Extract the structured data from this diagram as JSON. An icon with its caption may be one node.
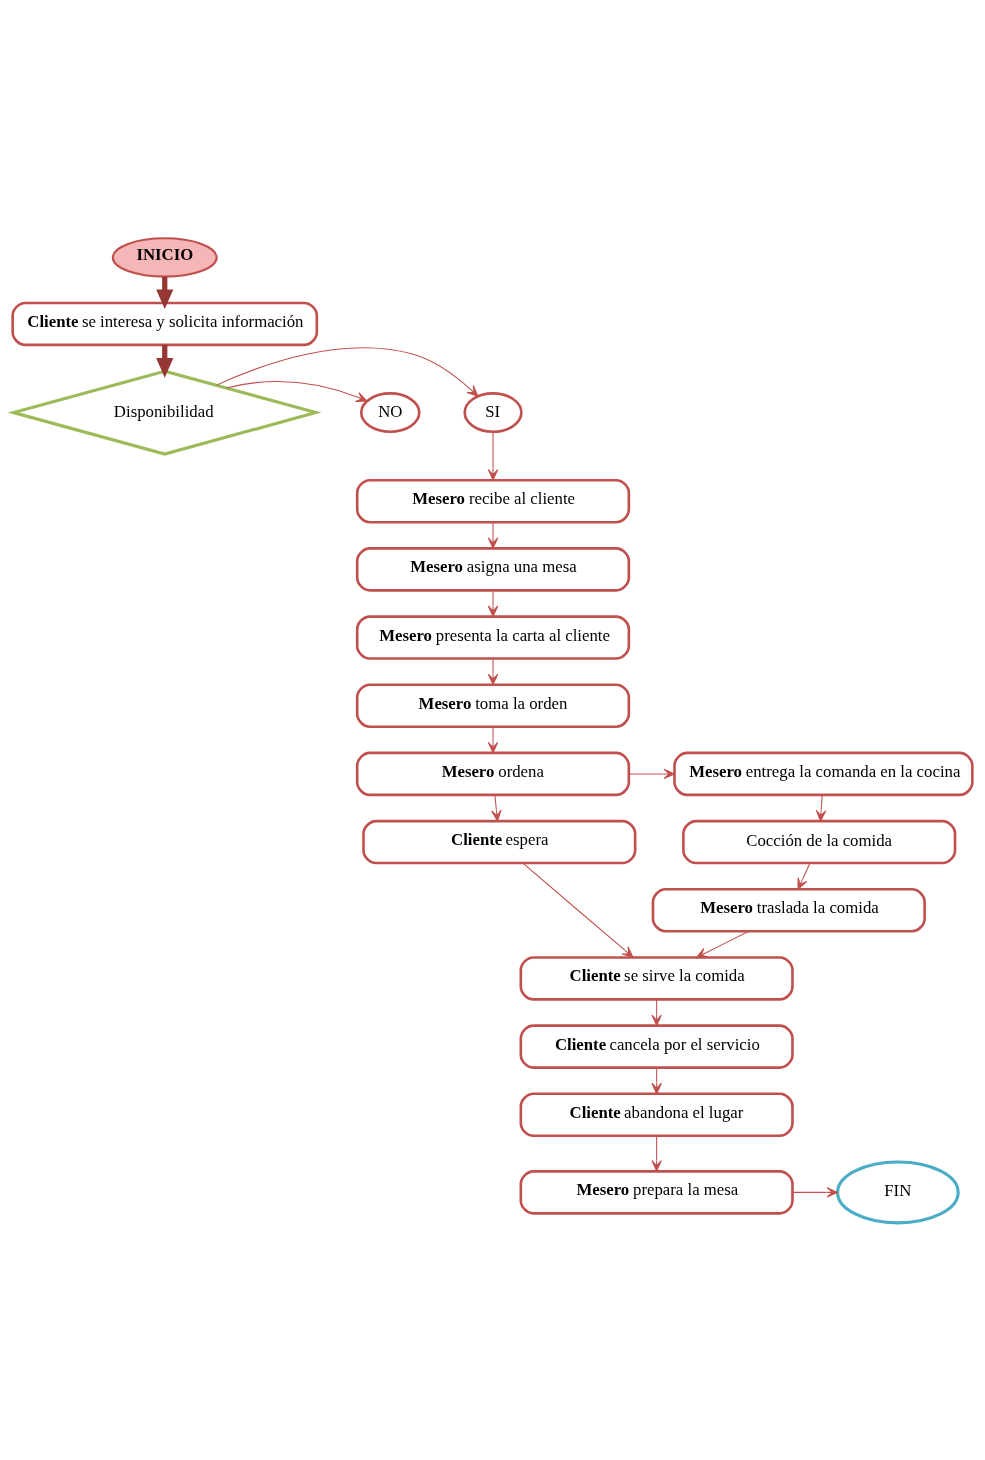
{
  "diagram": {
    "nodes": [
      {
        "text": [
          "INICIO"
        ]
      },
      {
        "text": [
          "**Cliente** se interesa y solicita información"
        ]
      },
      {
        "text": [
          "Disponibilidad"
        ]
      },
      {
        "text": [
          "SI"
        ]
      },
      {
        "text": [
          "NO"
        ]
      },
      {
        "text": [
          "**Mesero** recibe al cliente"
        ]
      },
      {
        "text": [
          "**Mesero** asigna una mesa"
        ]
      },
      {
        "text": [
          "**Mesero** presenta la carta al cliente"
        ]
      },
      {
        "text": [
          "**Mesero** toma la orden"
        ]
      },
      {
        "text": [
          "**Mesero** ordena"
        ]
      },
      {
        "text": [
          "**Mesero** entrega la comanda en la cocina"
        ]
      },
      {
        "text": [
          "**Cliente** espera"
        ]
      },
      {
        "text": [
          "Cocción de la comida"
        ]
      },
      {
        "text": [
          "**Mesero** traslada la comida"
        ]
      },
      {
        "text": [
          "**Cliente** se sirve la comida"
        ]
      },
      {
        "text": [
          "**Cliente** cancela por el servicio"
        ]
      },
      {
        "text": [
          "**Cliente** abandona el lugar"
        ]
      },
      {
        "text": [
          "**Mesero** prepara la mesa"
        ]
      },
      {
        "text": [
          "FIN"
        ]
      }
    ],
    "edges": [
      {
        "from": 0,
        "to": 1,
        "arrow": "to",
        "style": "thick",
        "color": "#953735"
      },
      {
        "from": 1,
        "to": 2,
        "arrow": "to",
        "style": "thick",
        "color": "#953735"
      },
      {
        "from": 2,
        "to": 3,
        "arrow": "to"
      },
      {
        "from": 2,
        "to": 4,
        "arrow": "to"
      },
      {
        "from": 3,
        "to": 5,
        "arrow": "to"
      },
      {
        "from": 5,
        "to": 6,
        "arrow": "to"
      },
      {
        "from": 6,
        "to": 7,
        "arrow": "to"
      },
      {
        "from": 7,
        "to": 8,
        "arrow": "to"
      },
      {
        "from": 8,
        "to": 9,
        "arrow": "to"
      },
      {
        "from": 9,
        "to": 10,
        "arrow": "to"
      },
      {
        "from": 9,
        "to": 11,
        "arrow": "to"
      },
      {
        "from": 10,
        "to": 12,
        "arrow": "to"
      },
      {
        "from": 12,
        "to": 13,
        "arrow": "to"
      },
      {
        "from": 11,
        "to": 14,
        "arrow": "to"
      },
      {
        "from": 13,
        "to": 14,
        "arrow": "to"
      },
      {
        "from": 14,
        "to": 15,
        "arrow": "to"
      },
      {
        "from": 15,
        "to": 16,
        "arrow": "to"
      },
      {
        "from": 16,
        "to": 17,
        "arrow": "to"
      },
      {
        "from": 17,
        "to": 18,
        "arrow": "to"
      }
    ]
  }
}
